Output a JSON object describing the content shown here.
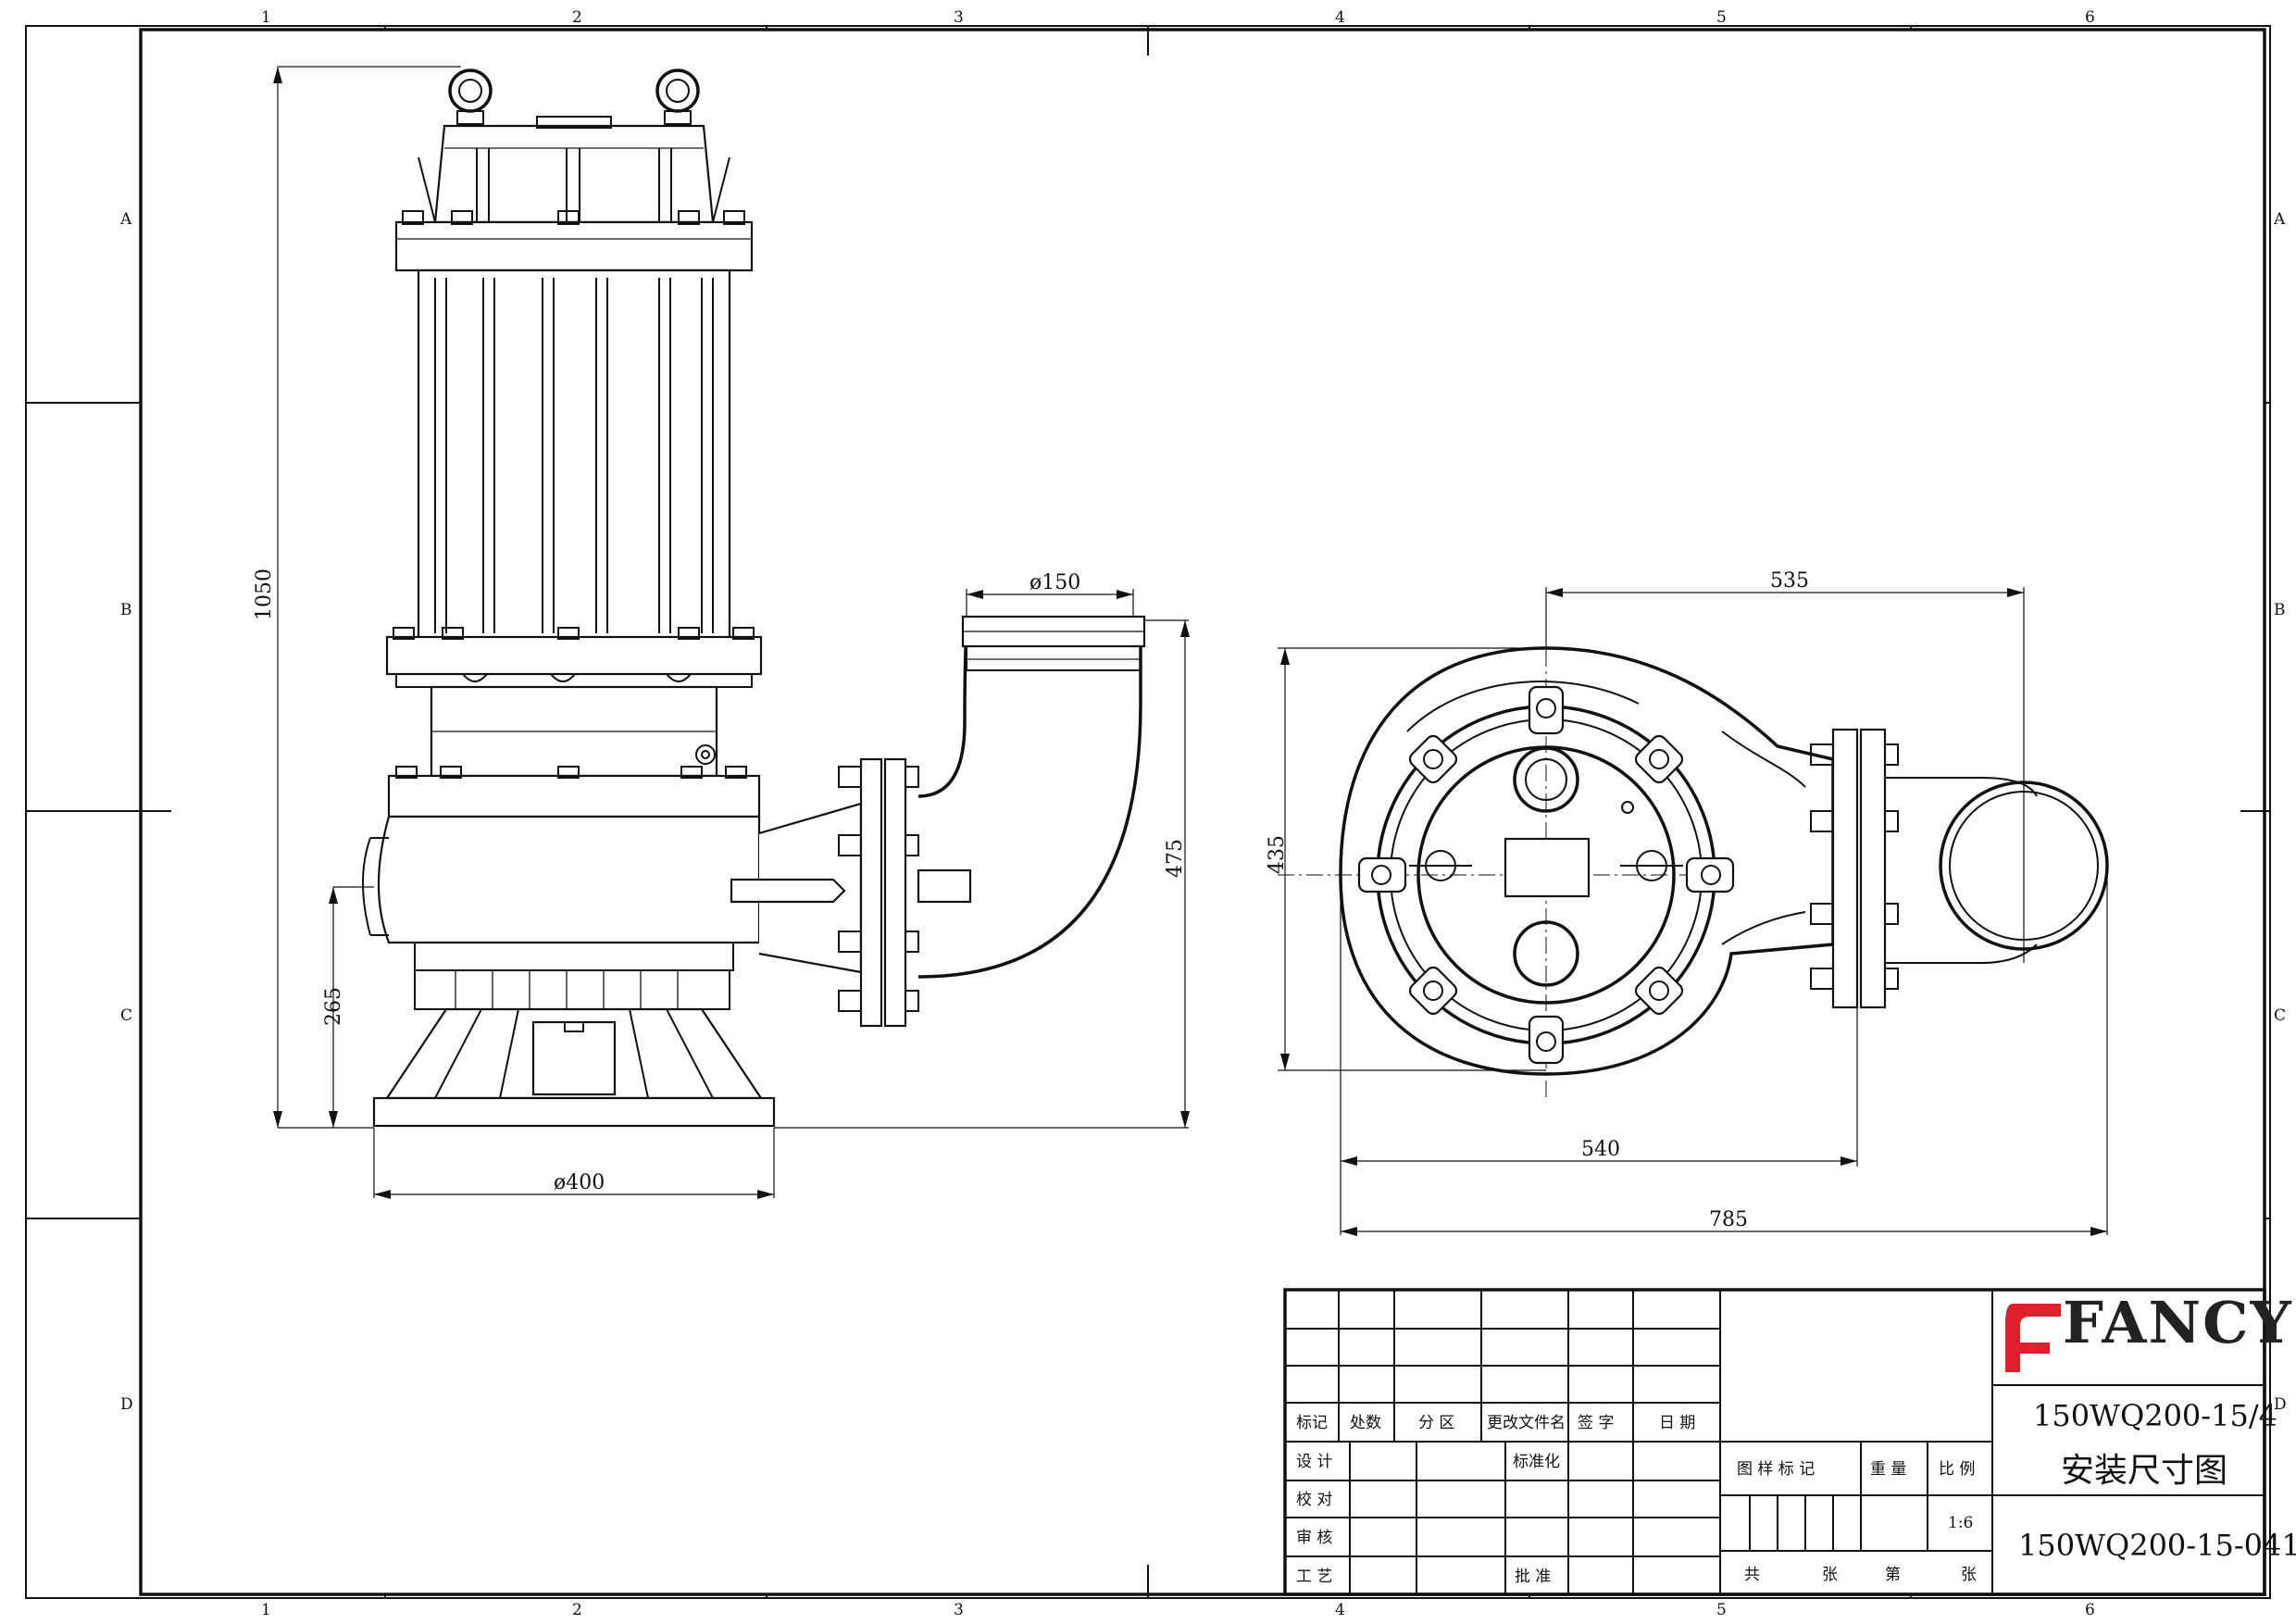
{
  "zones": {
    "columns": [
      "1",
      "2",
      "3",
      "4",
      "5",
      "6"
    ],
    "rows": [
      "A",
      "B",
      "C",
      "D"
    ]
  },
  "dimensions": {
    "overall_height": "1050",
    "discharge_diameter": "ø150",
    "outlet_height": "475",
    "inlet_height": "265",
    "base_diameter": "ø400",
    "plan_offset_x": "535",
    "plan_width_y": "435",
    "plan_length_540": "540",
    "plan_length_785": "785"
  },
  "title_block": {
    "brand": "FANCY",
    "brand_color": "#e0202c",
    "model": "150WQ200-15/4",
    "drawing_name": "安装尺寸图",
    "drawing_number": "150WQ200-15-041",
    "headers": {
      "mark": "标记",
      "count": "处数",
      "zone": "分 区",
      "change_doc": "更改文件名",
      "signature": "签 字",
      "date": "日 期"
    },
    "roles": {
      "design": "设 计",
      "standardize": "标准化",
      "check": "校 对",
      "review": "审 核",
      "process": "工 艺",
      "approve": "批 准"
    },
    "stage_mark": "图 样 标 记",
    "weight": "重 量",
    "scale_label": "比 例",
    "scale_value": "1:6",
    "sheets_total": "共",
    "sheets_unit": "张",
    "sheet_index": "第",
    "sheet_unit": "张"
  }
}
